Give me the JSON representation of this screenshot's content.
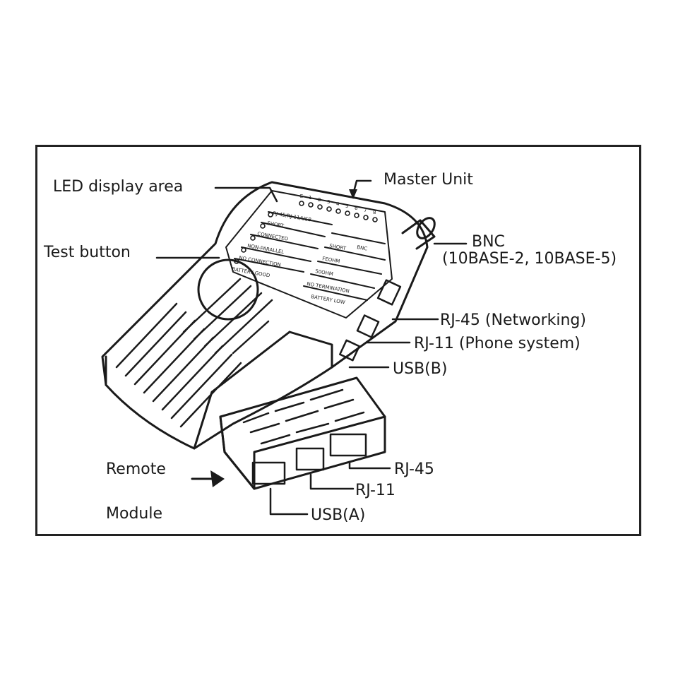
{
  "labels": {
    "led_display_area": "LED display area",
    "master_unit": "Master Unit",
    "test_button": "Test button",
    "bnc_line1": "BNC",
    "bnc_line2": "(10BASE-2, 10BASE-5)",
    "rj45_networking": "RJ-45 (Networking)",
    "rj11_phone": "RJ-11 (Phone system)",
    "usb_b": "USB(B)",
    "remote": "Remote",
    "module": "Module",
    "rj45_remote": "RJ-45",
    "rj11_remote": "RJ-11",
    "usb_a": "USB(A)"
  },
  "panel": {
    "left_rows": [
      "SHORT",
      "CONNECTED",
      "NON-PARALLEL",
      "NO CONNECTION",
      "BATTERY GOOD"
    ],
    "right_rows": [
      "SHORT",
      "FEOHM",
      "50OHM",
      "NO TERMINATION",
      "BATTERY LOW"
    ],
    "header": "RJ-45/RJ-11/USB",
    "bnc": "BNC",
    "led_numbers": [
      "G",
      "1",
      "2",
      "3",
      "4",
      "5",
      "6",
      "7",
      "8"
    ]
  },
  "colors": {
    "ink": "#1a1a1a",
    "paper": "#ffffff"
  }
}
